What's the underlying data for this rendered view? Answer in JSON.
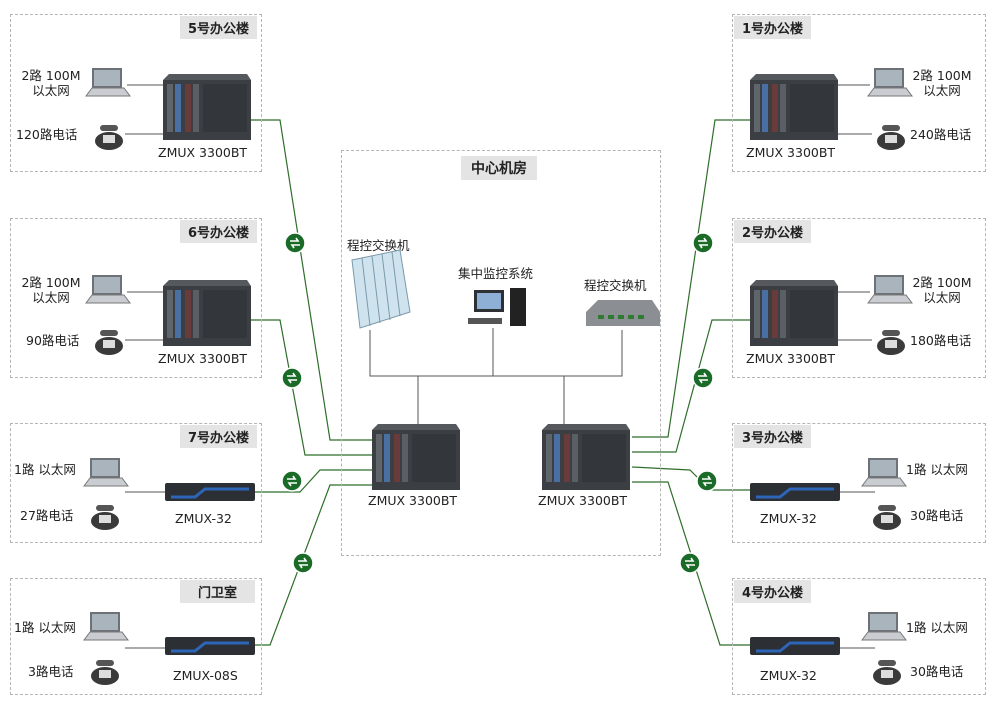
{
  "center": {
    "title": "中心机房",
    "pbx1": "程控交换机",
    "monitor": "集中监控系统",
    "pbx2": "程控交换机",
    "devA": "ZMUX 3300BT",
    "devB": "ZMUX 3300BT"
  },
  "b5": {
    "title": "5号办公楼",
    "eth": "2路 100M\n以太网",
    "phone": "120路电话",
    "model": "ZMUX 3300BT"
  },
  "b6": {
    "title": "6号办公楼",
    "eth": "2路 100M\n以太网",
    "phone": "90路电话",
    "model": "ZMUX 3300BT"
  },
  "b7": {
    "title": "7号办公楼",
    "eth": "1路 以太网",
    "phone": "27路电话",
    "model": "ZMUX-32"
  },
  "gate": {
    "title": "门卫室",
    "eth": "1路 以太网",
    "phone": "3路电话",
    "model": "ZMUX-08S"
  },
  "b1": {
    "title": "1号办公楼",
    "eth": "2路 100M\n以太网",
    "phone": "240路电话",
    "model": "ZMUX 3300BT"
  },
  "b2": {
    "title": "2号办公楼",
    "eth": "2路 100M\n以太网",
    "phone": "180路电话",
    "model": "ZMUX 3300BT"
  },
  "b3": {
    "title": "3号办公楼",
    "eth": "1路 以太网",
    "phone": "30路电话",
    "model": "ZMUX-32"
  },
  "b4": {
    "title": "4号办公楼",
    "eth": "1路 以太网",
    "phone": "30路电话",
    "model": "ZMUX-32"
  },
  "colors": {
    "fiber": "#2f6e2a",
    "rack": "#3b3f44",
    "badge": "#1a6a28"
  }
}
